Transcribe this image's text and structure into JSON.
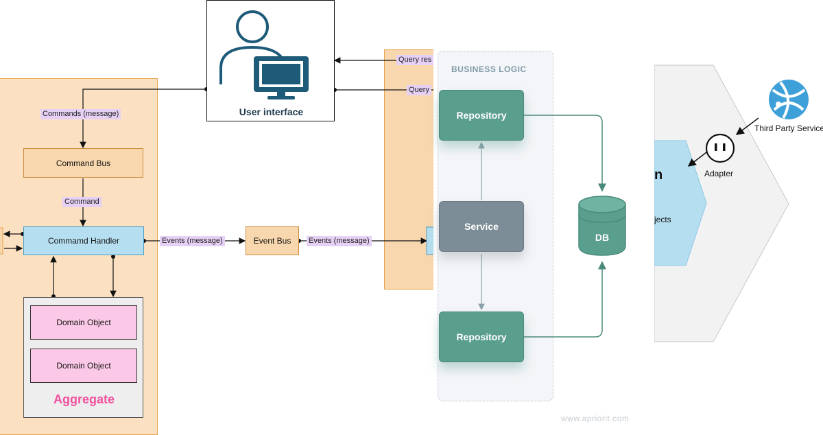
{
  "left": {
    "ui_label": "User interface",
    "command_bus": "Command Bus",
    "command_handler": "Commamd Handler",
    "event_bus": "Event Bus",
    "domain_object_1": "Domain Object",
    "domain_object_2": "Domain Object",
    "aggregate": "Aggregate",
    "labels": {
      "commands": "Commands (message)",
      "command": "Command",
      "events1": "Events (message)",
      "events2": "Events (message)",
      "query_result": "Query res",
      "query": "Query"
    }
  },
  "middle": {
    "section_title": "BUSINESS LOGIC",
    "repository_top": "Repository",
    "service": "Service",
    "repository_bottom": "Repository",
    "db": "DB",
    "watermark": "www.apriorit.com"
  },
  "right": {
    "third_party": "Third Party Service",
    "adapter": "Adapter",
    "partial_title": "n",
    "partial_objects": "jects"
  },
  "colors": {
    "peach": "#f9d7ae",
    "peach_border": "#e6a64f",
    "light_blue": "#b5dff0",
    "pink": "#fbc9e7",
    "teal": "#5a9e8e",
    "slate": "#7d8d97",
    "aggregate_text": "#f1529f"
  }
}
